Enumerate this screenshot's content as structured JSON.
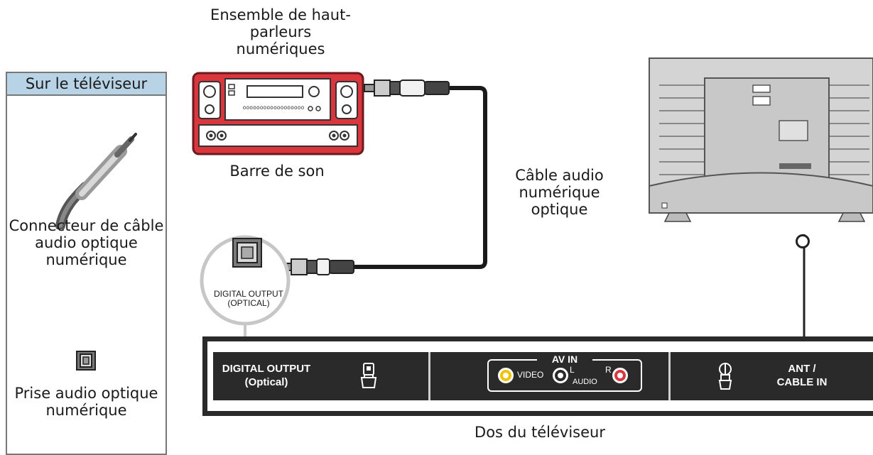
{
  "side_panel": {
    "title": "Sur le téléviseur",
    "cable_connector_label": "Connecteur de câble audio optique numérique",
    "jack_label": "Prise audio optique numérique"
  },
  "speakers": {
    "title": "Ensemble de haut-parleurs numériques",
    "soundbar_label": "Barre de son"
  },
  "cable_label": "Câble audio numérique optique",
  "callout": {
    "line1": "DIGITAL OUTPUT",
    "line2": "(OPTICAL)"
  },
  "port_strip": {
    "digital_output_line1": "DIGITAL OUTPUT",
    "digital_output_line2": "(Optical)",
    "av_in": "AV IN",
    "video": "VIDEO",
    "audio_l": "L",
    "audio_r": "R",
    "audio": "AUDIO",
    "ant_line1": "ANT /",
    "ant_line2": "CABLE IN"
  },
  "tv_back_label": "Dos du téléviseur",
  "colors": {
    "panel_header": "#b8d2e6",
    "receiver_red": "#d9363e",
    "video_jack": "#f2c200",
    "audio_r_jack": "#d9363e"
  }
}
